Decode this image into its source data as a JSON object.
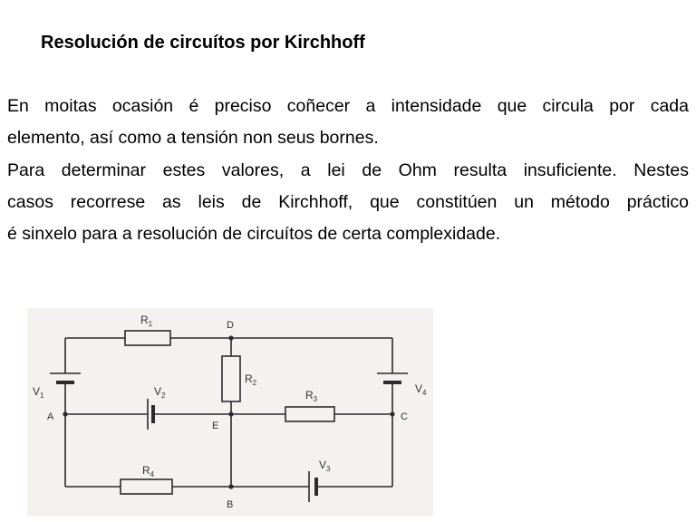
{
  "slide": {
    "title": "Resolución de circuítos  por Kirchhoff",
    "lines": [
      "En moitas ocasión é preciso coñecer a intensidade que circula por cada",
      "elemento, así como a tensión non seus bornes.",
      "Para determinar estes valores, a lei de Ohm resulta insuficiente. Nestes",
      "casos recorrese as leis de Kirchhoff, que constitúen un método práctico",
      "é sinxelo para a resolución de circuítos de certa complexidade."
    ]
  },
  "circuit": {
    "resistors": {
      "r1": "R",
      "r1_sub": "1",
      "r2": "R",
      "r2_sub": "2",
      "r3": "R",
      "r3_sub": "3",
      "r4": "R",
      "r4_sub": "4"
    },
    "sources": {
      "v1": "V",
      "v1_sub": "1",
      "v2": "V",
      "v2_sub": "2",
      "v3": "V",
      "v3_sub": "3",
      "v4": "V",
      "v4_sub": "4"
    },
    "nodes": {
      "a": "A",
      "b": "B",
      "c": "C",
      "d": "D",
      "e": "E"
    },
    "colors": {
      "paper": "#f4f2ef",
      "wire": "#2b2b2b"
    }
  }
}
